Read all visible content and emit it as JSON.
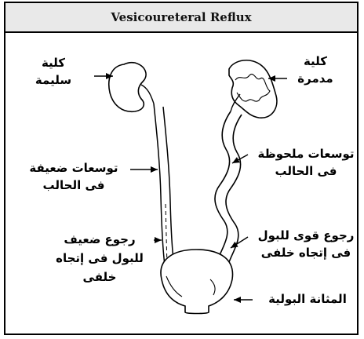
{
  "title": "Vesicoureteral Reflux",
  "labels": {
    "healthy_kidney_1": "كلية",
    "healthy_kidney_2": "سليمة",
    "damaged_kidney_1": "كلية",
    "damaged_kidney_2": "مدمرة",
    "mild_dilation_1": "توسعات ضعيفة",
    "mild_dilation_2": "فى الحالب",
    "notable_dilation_1": "توسعات ملحوظة",
    "notable_dilation_2": "فى الحالب",
    "weak_reflux_1": "رجوع ضعيف",
    "weak_reflux_2": "للبول فى إتجاه",
    "weak_reflux_3": "خلفى",
    "strong_reflux_1": "رجوع قوى للبول",
    "strong_reflux_2": "فى إتجاه خلفى",
    "bladder": "المثانة البولية"
  },
  "colors": {
    "line": "#000000",
    "organ_fill": "#ffffff"
  }
}
